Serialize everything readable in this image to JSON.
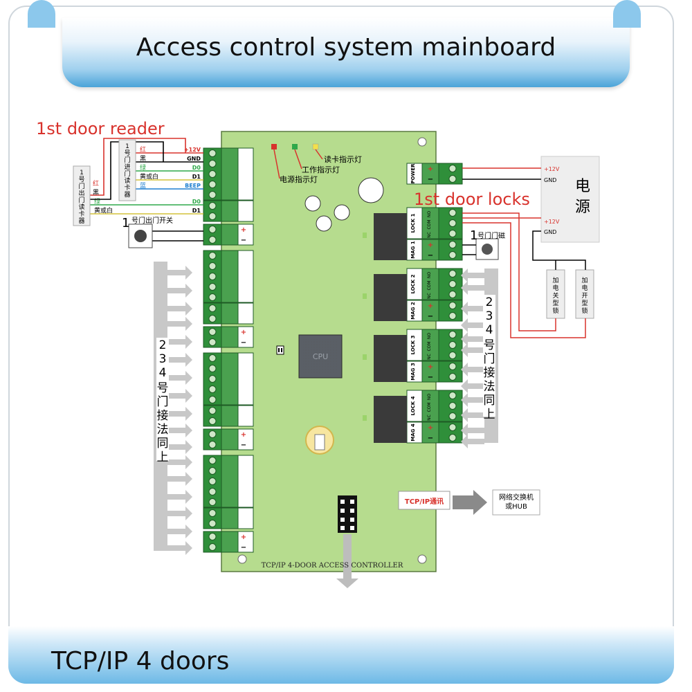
{
  "header": {
    "title": "Access control system mainboard"
  },
  "footer": {
    "text": "TCP/IP 4 doors"
  },
  "red_labels": {
    "reader": "1st door reader",
    "locks": "1st door locks"
  },
  "board": {
    "controller_name": "TCP/IP 4-DOOR ACCESS CONTROLLER",
    "cpu": "CPU",
    "tcpip": "TCP/IP通讯",
    "led_power": "电源指示灯",
    "led_work": "工作指示灯",
    "led_read": "读卡指示灯",
    "power_label": "POWER",
    "lock_labels": [
      "LOCK 1",
      "LOCK 2",
      "LOCK 3",
      "LOCK 4"
    ],
    "mag_labels": [
      "MAG 1",
      "MAG 2",
      "MAG 3",
      "MAG 4"
    ],
    "no_com_nc": [
      "NO",
      "COM",
      "NC"
    ]
  },
  "reader_wires": {
    "plus12": "+12V",
    "gnd": "GND",
    "d0": "D0",
    "d1": "D1",
    "beep": "BEEP",
    "d0b": "D0",
    "d1b": "D1",
    "red": "红",
    "black": "黑",
    "green": "绿",
    "yellow_white": "黄或白",
    "blue": "蓝",
    "red2": "红",
    "black2": "黑",
    "green2": "绿",
    "yellow_white2": "黄或白"
  },
  "left_labels": {
    "in_reader": "1号门进门读卡器",
    "out_reader": "1号门出门读卡器",
    "exit_switch_num": "1",
    "exit_switch": "号门出门开关",
    "other_doors_nums": "2 3 4",
    "other_doors": "号门接法同上"
  },
  "right_labels": {
    "power_box": "电源",
    "plus12": "+12V",
    "gnd": "GND",
    "plus12b": "+12V",
    "gndb": "GND",
    "door_mag_num": "1",
    "door_mag": "号门门磁",
    "lock_power_on_close": "加电关型锁",
    "lock_power_on_open": "加电开型锁",
    "other_doors": "号门接法同上",
    "network": "网络交换机或HUB"
  },
  "colors": {
    "board": "#b6dc8e",
    "terminal": "#2f8f3a",
    "red_wire": "#d8322c",
    "arrow": "#c8c8c8"
  }
}
